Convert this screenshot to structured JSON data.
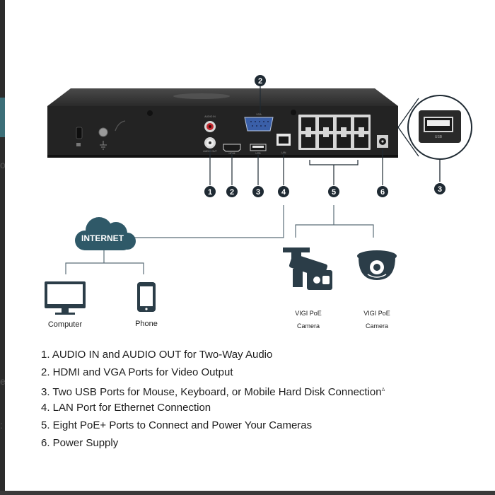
{
  "colors": {
    "device": "#232323",
    "badge": "#1f2a33",
    "line": "#5b6d78",
    "cloud": "#2f5968",
    "icon": "#2b3d48"
  },
  "callouts": [
    "1",
    "2",
    "3",
    "4",
    "5",
    "6",
    "3"
  ],
  "cloud_label": "INTERNET",
  "devices": {
    "computer": "Computer",
    "phone": "Phone",
    "camera_bullet": [
      "VIGI PoE",
      "Camera"
    ],
    "camera_turret": [
      "VIGI PoE",
      "Camera"
    ]
  },
  "port_labels": {
    "audio_in": "AUDIO IN",
    "audio_out": "AUDIO OUT",
    "hdmi": "HDMI",
    "usb": "USB",
    "lan": "LAN",
    "vga": "VGA",
    "zoom_usb": "USB"
  },
  "legend": [
    "1. AUDIO IN and AUDIO OUT for Two-Way Audio",
    "2. HDMI and VGA Ports for Video Output",
    "3. Two USB Ports for Mouse, Keyboard, or Mobile Hard Disk Connection",
    "4. LAN Port for Ethernet Connection",
    "5. Eight PoE+ Ports to Connect and Power Your Cameras",
    "6. Power Supply"
  ],
  "legend_footnote_mark": "Δ",
  "edge_glyphs": [
    "o",
    "e",
    ":"
  ]
}
